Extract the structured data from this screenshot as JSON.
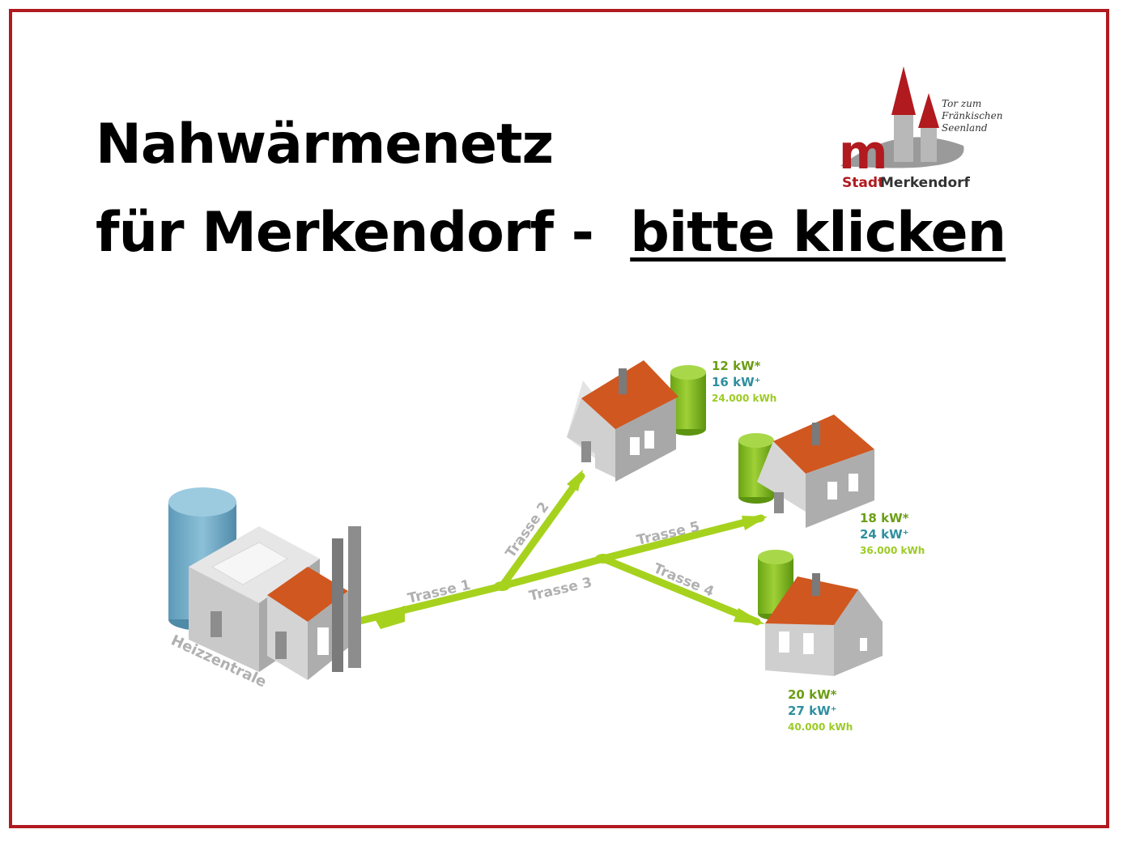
{
  "title": {
    "line1": "Nahwärmenetz",
    "line2_prefix": "für Merkendorf -  ",
    "link": "bitte klicken"
  },
  "logo": {
    "letters": "m",
    "name_prefix": "Stadt",
    "name_main": "Merkendorf",
    "tagline": [
      "Tor zum",
      "Fränkischen",
      "Seenland"
    ]
  },
  "diagram": {
    "central_label": "Heizzentrale",
    "routes": [
      "Trasse 1",
      "Trasse 2",
      "Trasse 3",
      "Trasse 4",
      "Trasse 5"
    ],
    "houses": [
      {
        "kw_star": "12 kW*",
        "kw_plus": "16 kW⁺",
        "kwh": "24.000 kWh"
      },
      {
        "kw_star": "18 kW*",
        "kw_plus": "24 kW⁺",
        "kwh": "36.000 kWh"
      },
      {
        "kw_star": "20 kW*",
        "kw_plus": "27 kW⁺",
        "kwh": "40.000 kWh"
      }
    ]
  },
  "colors": {
    "frame": "#b11a1f",
    "pipe": "#a6d21e",
    "roof": "#d0571f",
    "tank_green": "#7cb518",
    "tank_blue": "#6ea9c4",
    "value_green": "#6b9e14",
    "value_teal": "#2f8f9e",
    "value_light": "#9ccb25"
  }
}
